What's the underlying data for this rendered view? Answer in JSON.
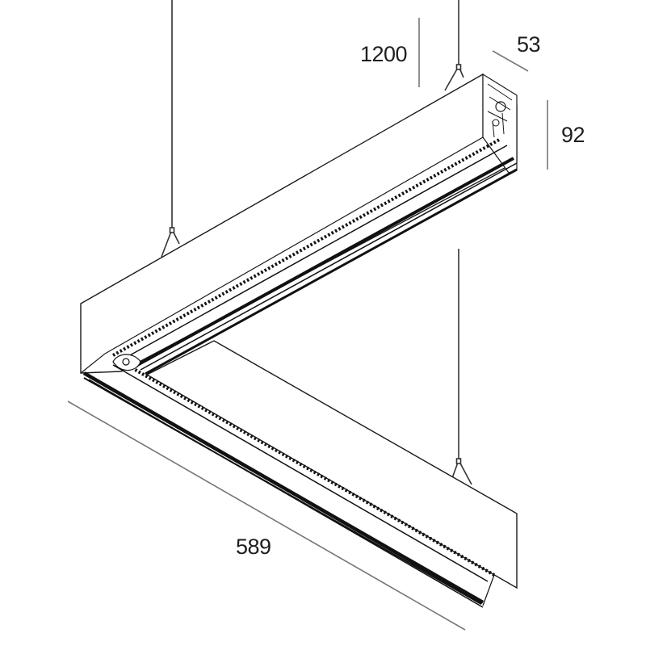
{
  "diagram": {
    "type": "technical-drawing",
    "subject": "L-shaped suspended linear luminaire (corner module)",
    "units": "mm",
    "dimensions": {
      "suspension_length": "1200",
      "profile_width": "53",
      "profile_height": "92",
      "arm_length": "589"
    },
    "colors": {
      "line": "#1a1a1a",
      "dimension_line": "#777777",
      "background": "#ffffff"
    }
  }
}
